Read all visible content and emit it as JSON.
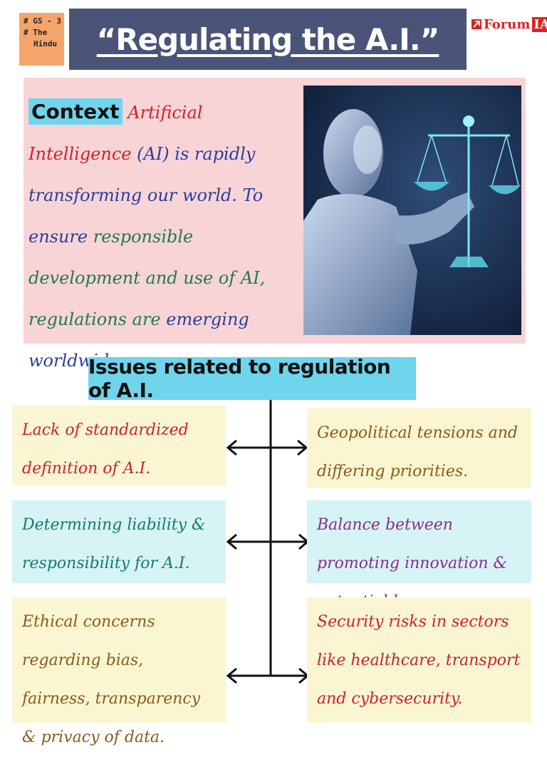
{
  "tag": {
    "line1": "# GS - 3",
    "line2": "# The",
    "line3": "Hindu"
  },
  "title": "“Regulating the A.I.”",
  "logo": {
    "forum": "Forum",
    "ias": "IAS"
  },
  "context": {
    "label": "Context",
    "segment_red": "Artificial Intelligence",
    "segment_blue": "(AI) is rapidly transforming our world. To ensure",
    "segment_green": "responsible development and use of AI, regulations are",
    "segment_blue2": "emerging worldwide."
  },
  "issues_heading": "Issues related to regulation of A.I.",
  "issues": {
    "left": [
      "Lack of standardized definition of A.I.",
      "Determining liability & responsibility for A.I.",
      "Ethical concerns regarding bias, fairness, transparency & privacy of data."
    ],
    "right": [
      "Geopolitical tensions and differing priorities.",
      "Balance between promoting innovation & potential harm.",
      "Security risks in sectors like healthcare, transport and cybersecurity."
    ]
  },
  "colors": {
    "title_bg": "#4a5479",
    "context_bg": "#f8d4d6",
    "highlight": "#6fd5ec",
    "card_yellow": "#fbf6d2",
    "card_cyan": "#d6f3f6"
  }
}
